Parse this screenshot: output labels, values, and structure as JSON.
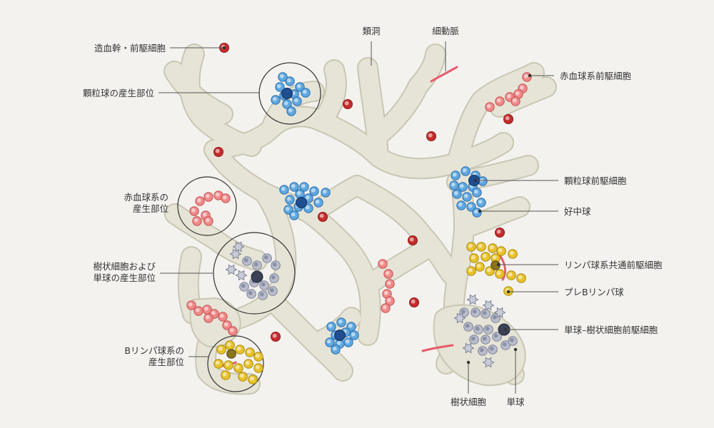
{
  "labels": {
    "hsc": "造血幹・前駆細胞",
    "granulo_site": "顆粒球の産生部位",
    "erythro_site": "赤血球系の\n産生部位",
    "dc_mono_site": "樹状細胞および\n単球の産生部位",
    "b_site": "Bリンパ球系の\n産生部位",
    "sinusoid": "類洞",
    "arteriole": "細動脈",
    "erythro_prog": "赤血球系前駆細胞",
    "granulo_prog": "顆粒球前駆細胞",
    "neutrophil": "好中球",
    "clp": "リンパ球系共通前駆細胞",
    "pre_b": "プレBリンパ球",
    "mdp": "単球–樹状細胞前駆細胞",
    "dendritic": "樹状細胞",
    "monocyte": "単球"
  },
  "colors": {
    "background": "#f3f2ef",
    "stroma": "#e6e4d6",
    "stroma_edge": "#c9c6b2",
    "red_cell": "#c62b2b",
    "erythroid": "#ef8a8a",
    "granulocyte": "#5fa8e0",
    "granulocyte_dark": "#1f4f90",
    "lymphoid": "#e8c22a",
    "lymphoid_dark": "#8a7420",
    "monocyte": "#b9bdcc",
    "monocyte_dark": "#3b4258",
    "vessel": "#e85a6a"
  }
}
